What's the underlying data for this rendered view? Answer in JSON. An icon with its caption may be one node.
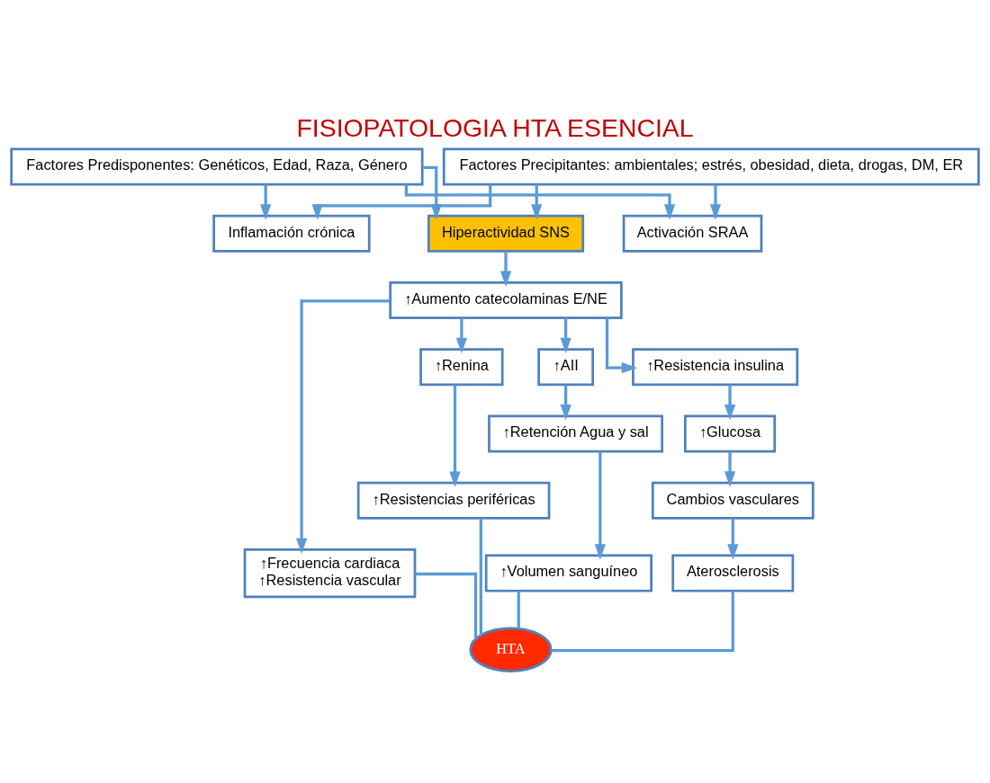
{
  "diagram": {
    "title": "FISIOPATOLOGIA HTA ESENCIAL",
    "nodes": [
      {
        "text": [
          "Factores Predisponentes: Genéticos, Edad, Raza, Género"
        ]
      },
      {
        "text": [
          "Factores Precipitantes: ambientales; estrés, obesidad, dieta, drogas, DM, ER"
        ]
      },
      {
        "text": [
          "Inflamación crónica"
        ]
      },
      {
        "text": [
          "Hiperactividad SNS"
        ]
      },
      {
        "text": [
          "Activación SRAA"
        ]
      },
      {
        "text": [
          "↑Aumento catecolaminas E/NE"
        ]
      },
      {
        "text": [
          "↑Frecuencia cardiaca",
          "↑Resistencia vascular"
        ]
      },
      {
        "text": [
          "↑Renina"
        ]
      },
      {
        "text": [
          "↑AII"
        ]
      },
      {
        "text": [
          "↑Resistencia insulina"
        ]
      },
      {
        "text": [
          "↑Resistencias periféricas"
        ]
      },
      {
        "text": [
          "↑Retención Agua y sal"
        ]
      },
      {
        "text": [
          "↑Glucosa"
        ]
      },
      {
        "text": [
          "↑Volumen sanguíneo"
        ]
      },
      {
        "text": [
          "Cambios vasculares"
        ]
      },
      {
        "text": [
          "Aterosclerosis"
        ]
      },
      {
        "text": [
          "HTA"
        ]
      }
    ],
    "edges": [
      {
        "from": 0,
        "to": 2,
        "arrow": "to"
      },
      {
        "from": 0,
        "to": 3,
        "arrow": "to"
      },
      {
        "from": 0,
        "to": 4,
        "arrow": "to"
      },
      {
        "from": 1,
        "to": 2,
        "arrow": "to"
      },
      {
        "from": 1,
        "to": 3,
        "arrow": "to"
      },
      {
        "from": 1,
        "to": 4,
        "arrow": "to"
      },
      {
        "from": 3,
        "to": 5,
        "arrow": "to"
      },
      {
        "from": 5,
        "to": 6,
        "arrow": "to"
      },
      {
        "from": 5,
        "to": 7,
        "arrow": "to"
      },
      {
        "from": 5,
        "to": 8,
        "arrow": "to"
      },
      {
        "from": 5,
        "to": 9,
        "arrow": "to"
      },
      {
        "from": 7,
        "to": 10,
        "arrow": "to"
      },
      {
        "from": 8,
        "to": 11,
        "arrow": "to"
      },
      {
        "from": 11,
        "to": 13,
        "arrow": "to"
      },
      {
        "from": 9,
        "to": 12,
        "arrow": "to"
      },
      {
        "from": 12,
        "to": 14,
        "arrow": "to"
      },
      {
        "from": 14,
        "to": 15,
        "arrow": "to"
      },
      {
        "from": 6,
        "to": 16,
        "arrow": "none"
      },
      {
        "from": 10,
        "to": 16,
        "arrow": "none"
      },
      {
        "from": 13,
        "to": 16,
        "arrow": "none"
      },
      {
        "from": 15,
        "to": 16,
        "arrow": "none"
      }
    ]
  }
}
